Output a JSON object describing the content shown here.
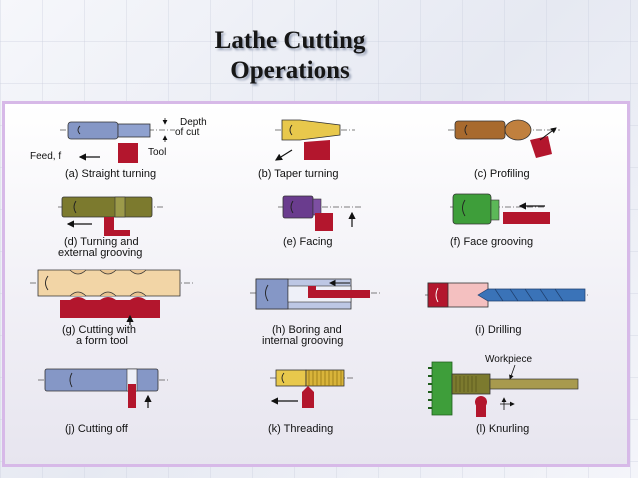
{
  "slide": {
    "title_line1": "Lathe Cutting",
    "title_line2": "Operations"
  },
  "labels": {
    "depth_of_cut_1": "Depth",
    "depth_of_cut_2": "of cut",
    "feed": "Feed, f",
    "tool": "Tool",
    "workpiece": "Workpiece"
  },
  "operations": [
    {
      "line1": "(a) Straight turning",
      "line2": ""
    },
    {
      "line1": "(b) Taper turning",
      "line2": ""
    },
    {
      "line1": "(c) Profiling",
      "line2": ""
    },
    {
      "line1": "(d) Turning and",
      "line2": "external grooving"
    },
    {
      "line1": "(e) Facing",
      "line2": ""
    },
    {
      "line1": "(f) Face grooving",
      "line2": ""
    },
    {
      "line1": "(g) Cutting with",
      "line2": "a form tool"
    },
    {
      "line1": "(h) Boring and",
      "line2": "internal grooving"
    },
    {
      "line1": "(i) Drilling",
      "line2": ""
    },
    {
      "line1": "(j) Cutting off",
      "line2": ""
    },
    {
      "line1": "(k) Threading",
      "line2": ""
    },
    {
      "line1": "(l) Knurling",
      "line2": ""
    }
  ],
  "colors": {
    "tool": "#b3162d",
    "workpiece_blue": "#8597c6",
    "workpiece_yellow": "#e8c84c",
    "workpiece_brown": "#a86a2e",
    "workpiece_olive": "#7c7a2e",
    "workpiece_purple": "#6a3c8e",
    "workpiece_green": "#3e9e3a",
    "workpiece_peach": "#f2d5a6",
    "drill_blue": "#3a73b8",
    "frame_border": "#d7b9e8"
  }
}
